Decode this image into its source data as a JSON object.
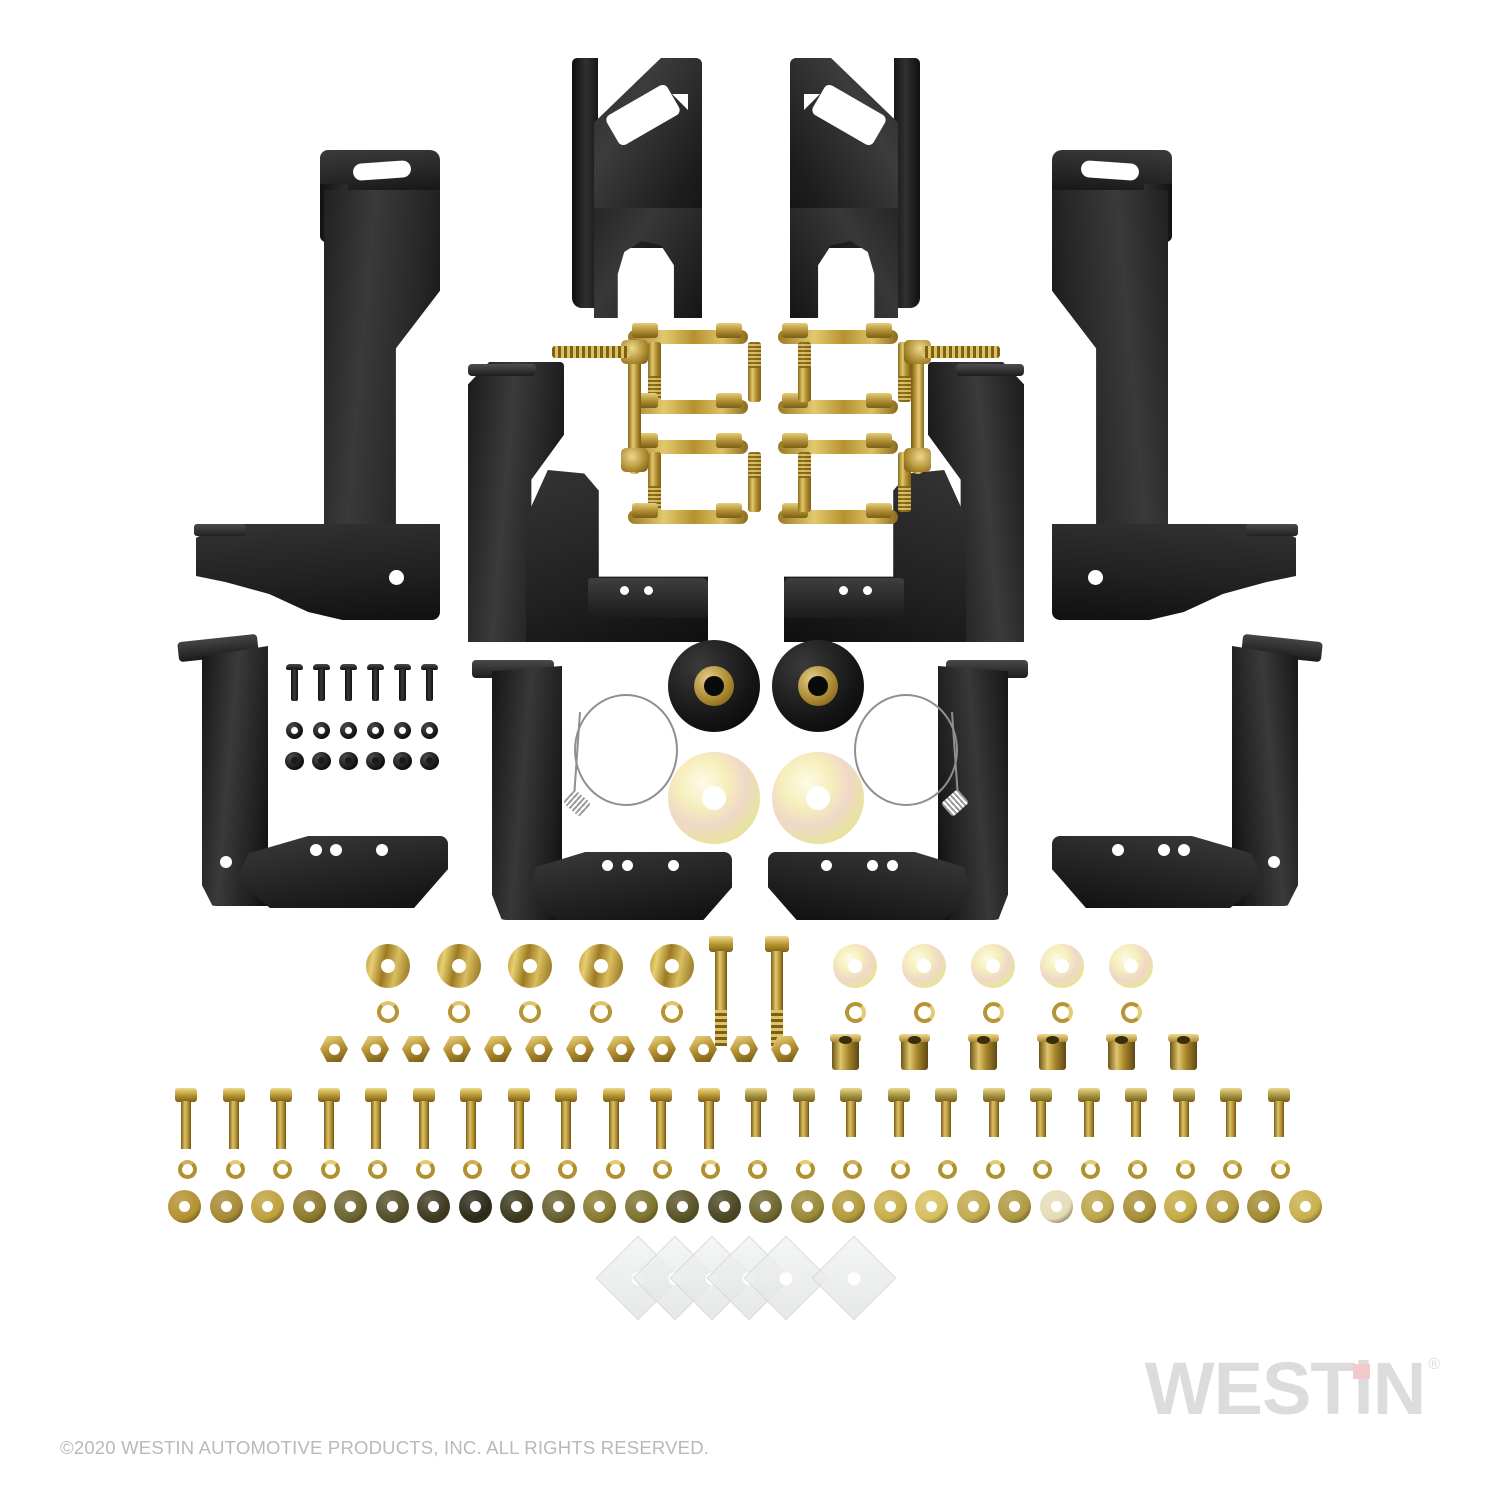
{
  "image": {
    "background_color": "#ffffff",
    "subject": "Westin truck step-bar mounting bracket and hardware kit, exploded layout on white background"
  },
  "branding": {
    "logo_text": "WESTiN",
    "logo_registered_mark": "®",
    "logo_color": "#dcdcdc",
    "logo_accent_color": "#f4c9cc",
    "copyright": "©2020 WESTIN AUTOMOTIVE PRODUCTS, INC. ALL RIGHTS RESERVED.",
    "copyright_color": "#b9b9b9"
  },
  "palette": {
    "black_powdercoat": "#1d1d1d",
    "gold_zinc": "#b8912f",
    "iridescent_zinc": "#f2e6bd",
    "clear_plastic": "#e3e6e4",
    "rubber": "#141414"
  },
  "parts": [
    {
      "id": "tall-bracket-left",
      "name": "Tall J-shaped mounting bracket, left",
      "finish": "black_powdercoat",
      "qty": 1
    },
    {
      "id": "tall-bracket-right",
      "name": "Tall J-shaped mounting bracket, right",
      "finish": "black_powdercoat",
      "qty": 1
    },
    {
      "id": "notch-bracket-left",
      "name": "Notched frame bracket, left",
      "finish": "black_powdercoat",
      "qty": 1
    },
    {
      "id": "notch-bracket-right",
      "name": "Notched frame bracket, right",
      "finish": "black_powdercoat",
      "qty": 1
    },
    {
      "id": "mid-bracket-left",
      "name": "Mid step-bar bracket, left",
      "finish": "black_powdercoat",
      "qty": 1
    },
    {
      "id": "mid-bracket-right",
      "name": "Mid step-bar bracket, right",
      "finish": "black_powdercoat",
      "qty": 1
    },
    {
      "id": "foot-bracket-left",
      "name": "L-shaped foot bracket, left",
      "finish": "black_powdercoat",
      "qty": 1
    },
    {
      "id": "foot-bracket-right",
      "name": "L-shaped foot bracket, right",
      "finish": "black_powdercoat",
      "qty": 1
    },
    {
      "id": "low-bracket-left",
      "name": "Lower step mount bracket, left",
      "finish": "black_powdercoat",
      "qty": 1
    },
    {
      "id": "low-bracket-right",
      "name": "Lower step mount bracket, right",
      "finish": "black_powdercoat",
      "qty": 1
    },
    {
      "id": "carriage-plate",
      "name": "Gold carriage bolt backing plate",
      "finish": "gold_zinc",
      "qty": 8
    },
    {
      "id": "side-stud-plate",
      "name": "Gold side stud plate with bolt",
      "finish": "gold_zinc",
      "qty": 2
    },
    {
      "id": "rubber-bushing",
      "name": "Rubber isolator bushing with sleeve",
      "finish": "rubber",
      "qty": 2
    },
    {
      "id": "large-washer",
      "name": "Large iridescent flat washer",
      "finish": "iridescent_zinc",
      "qty": 2
    },
    {
      "id": "wire-pull-tool",
      "name": "Wire pull tool with coil spring end",
      "finish": "steel",
      "qty": 2
    },
    {
      "id": "button-bolt",
      "name": "Black button-head bolt",
      "finish": "black_oxide",
      "qty": 6
    },
    {
      "id": "black-washer",
      "name": "Black flat washer",
      "finish": "black_oxide",
      "qty": 6
    },
    {
      "id": "black-nut",
      "name": "Black flange nut",
      "finish": "black_oxide",
      "qty": 6
    },
    {
      "id": "med-washer",
      "name": "Gold flat washer",
      "finish": "gold_zinc",
      "qty": 5
    },
    {
      "id": "split-washer-a",
      "name": "Gold split lock washer",
      "finish": "gold_zinc",
      "qty": 5
    },
    {
      "id": "hex-nut",
      "name": "Gold hex nut",
      "finish": "gold_zinc",
      "qty": 12
    },
    {
      "id": "long-hex-bolt",
      "name": "Long gold hex bolt",
      "finish": "gold_zinc",
      "qty": 2
    },
    {
      "id": "irid-washer",
      "name": "Iridescent flat washer",
      "finish": "iridescent_zinc",
      "qty": 5
    },
    {
      "id": "split-washer-b",
      "name": "Gold split lock washer",
      "finish": "gold_zinc",
      "qty": 5
    },
    {
      "id": "rivet-nut",
      "name": "Gold threaded rivet nut insert",
      "finish": "gold_zinc",
      "qty": 6
    },
    {
      "id": "hex-bolt-long",
      "name": "Gold hex bolt, long",
      "finish": "gold_zinc",
      "qty": 12
    },
    {
      "id": "hex-bolt-short",
      "name": "Gold hex bolt, short",
      "finish": "gold_zinc",
      "qty": 12
    },
    {
      "id": "lock-washer-row",
      "name": "Gold split lock washer",
      "finish": "gold_zinc",
      "qty": 24
    },
    {
      "id": "flat-washer-row",
      "name": "Gold flat washer",
      "finish": "gold_zinc",
      "qty": 28
    },
    {
      "id": "plastic-spacer",
      "name": "Clear square plastic spacer",
      "finish": "clear_plastic",
      "qty": 6
    }
  ]
}
